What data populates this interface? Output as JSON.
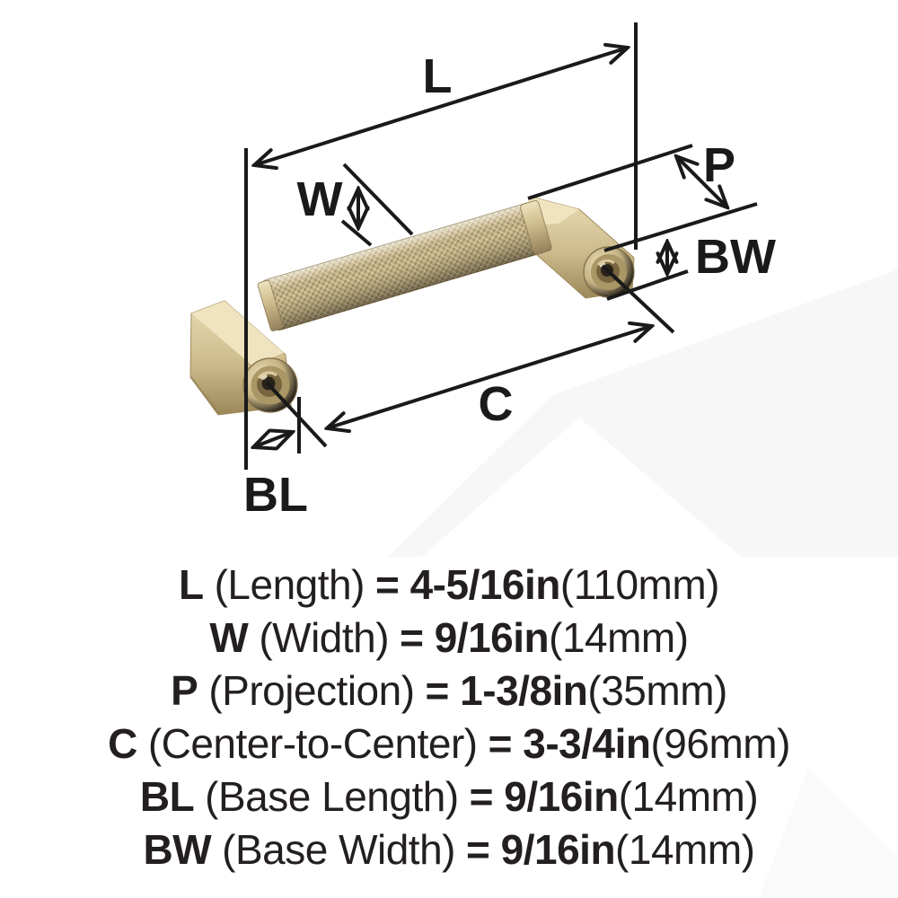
{
  "diagram": {
    "labels": {
      "length": "L",
      "width": "W",
      "projection": "P",
      "base_width": "BW",
      "center_to_center": "C",
      "base_length": "BL"
    }
  },
  "specs": [
    {
      "code": "L",
      "desc": "(Length)",
      "value": "= 4-5/16in",
      "metric": "(110mm)"
    },
    {
      "code": "W",
      "desc": "(Width)",
      "value": "= 9/16in",
      "metric": "(14mm)"
    },
    {
      "code": "P",
      "desc": "(Projection)",
      "value": "= 1-3/8in",
      "metric": "(35mm)"
    },
    {
      "code": "C",
      "desc": "(Center-to-Center)",
      "value": "= 3-3/4in",
      "metric": "(96mm)"
    },
    {
      "code": "BL",
      "desc": "(Base Length)",
      "value": "= 9/16in",
      "metric": "(14mm)"
    },
    {
      "code": "BW",
      "desc": "(Base Width)",
      "value": "= 9/16in",
      "metric": "(14mm)"
    }
  ],
  "colors": {
    "line": "#1a1a1a",
    "text": "#231f20",
    "brass_light": "#e9dcb4",
    "brass_mid": "#c7b589",
    "brass_dark": "#8f7c52",
    "background": "#ffffff",
    "watermark": "#f7f7f7"
  }
}
